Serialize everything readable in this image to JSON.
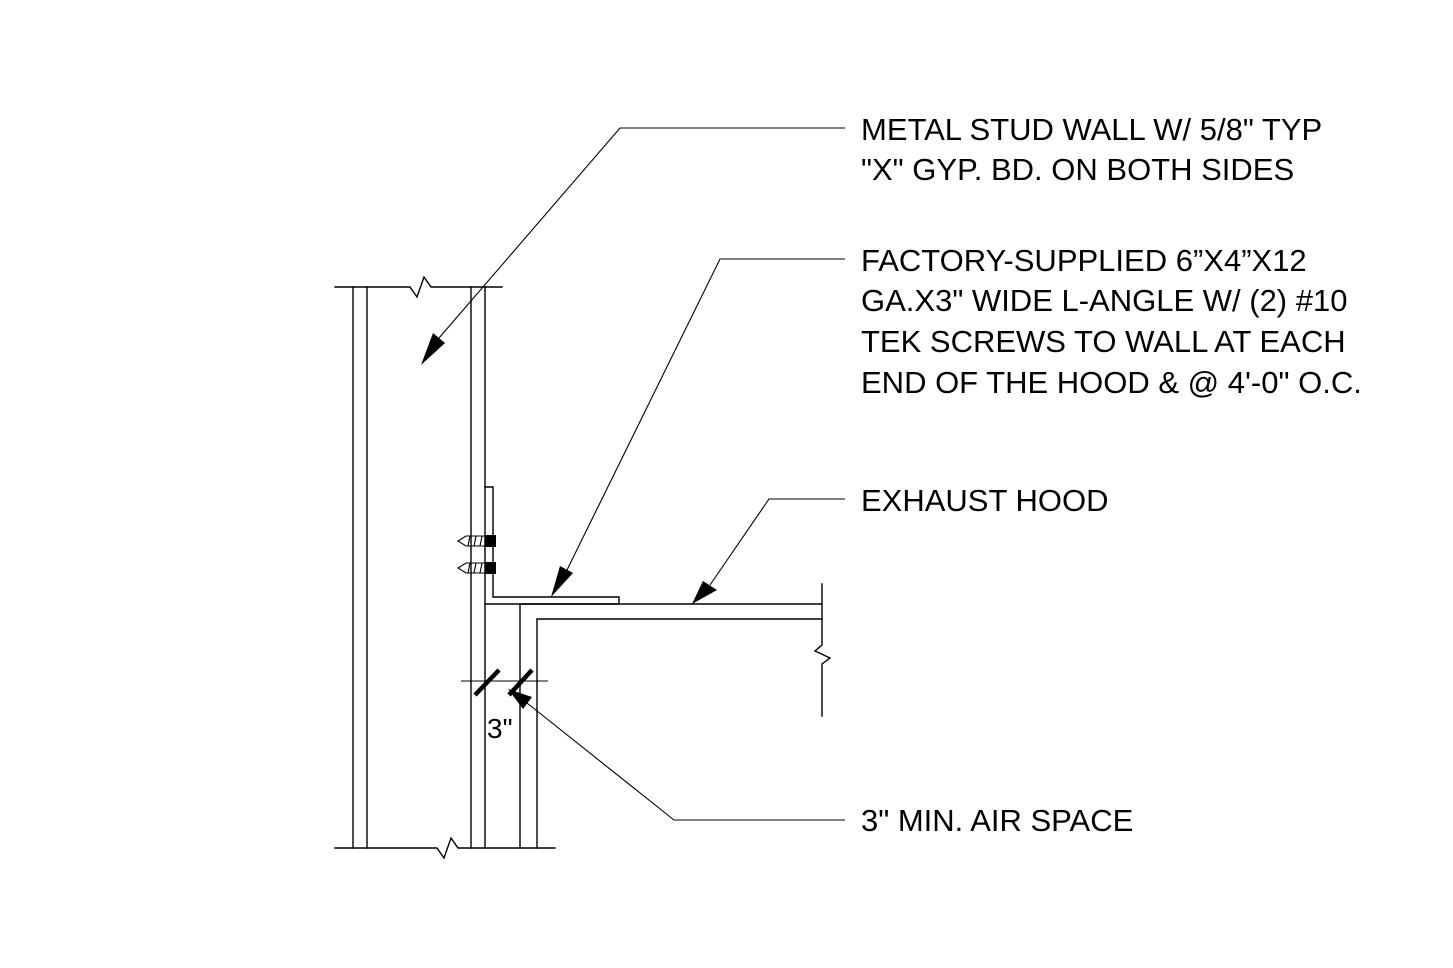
{
  "notes": {
    "wall": [
      "METAL STUD WALL W/ 5/8\" TYP",
      "\"X\" GYP. BD. ON BOTH SIDES"
    ],
    "angle": [
      "FACTORY-SUPPLIED 6”X4”X12",
      "GA.X3\" WIDE L-ANGLE W/ (2) #10",
      "TEK SCREWS TO WALL AT EACH",
      "END OF THE HOOD & @ 4'-0\" O.C."
    ],
    "hood": [
      "EXHAUST HOOD"
    ],
    "air_space": [
      "3\" MIN. AIR SPACE"
    ]
  },
  "dimension": {
    "text": "3\""
  },
  "colors": {
    "line": "#000000",
    "background": "#ffffff"
  }
}
